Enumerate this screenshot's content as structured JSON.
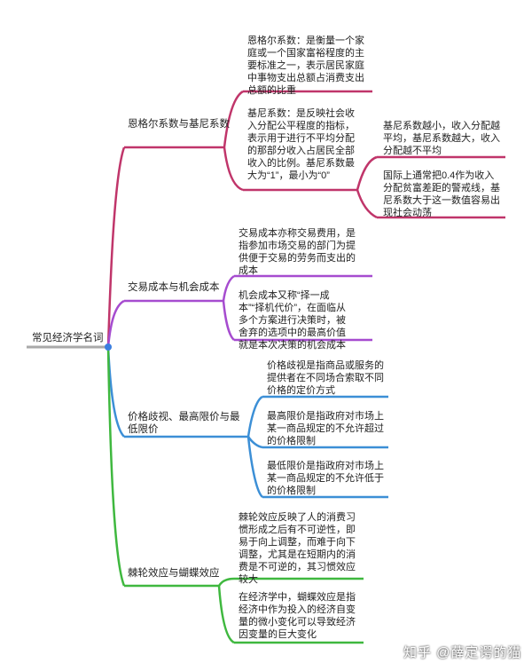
{
  "root": "常见经济学名词",
  "branches": [
    {
      "label": "恩格尔系数与基尼系数",
      "color": "#c0356a",
      "children": [
        "恩格尔系数：是衡量一个家庭或一个国家富裕程度的主要标准之一，表示居民家庭中事物支出总额占消费支出总额的比重",
        "基尼系数：是反映社会收入分配公平程度的指标，表示用于进行不平均分配的那部分收入占居民全部收入的比例。基尼系数最大为“1”，最小为“0”"
      ],
      "grandchildren": [
        "基尼系数越小，收入分配越平均，基尼系数越大，收入分配越不平均",
        "国际上通常把0.4作为收入分配贫富差距的警戒线，基尼系数大于这一数值容易出现社会动荡"
      ]
    },
    {
      "label": "交易成本与机会成本",
      "color": "#a64ccf",
      "children": [
        "交易成本亦称交易费用，是指参加市场交易的部门为提供便于交易的劳务而支出的成本",
        "机会成本又称“择一成本”“择机代价”，在面临从多个方案进行决策时，被舍弃的选项中的最高价值就是本次决策的机会成本"
      ]
    },
    {
      "label": "价格歧视、最高限价与最低限价",
      "color": "#3c8fd6",
      "children": [
        "价格歧视是指商品或服务的提供者在不同场合索取不同价格的定价方式",
        "最高限价是指政府对市场上某一商品规定的不允许超过的价格限制",
        "最低限价是指政府对市场上某一商品规定的不允许低于的价格限制"
      ]
    },
    {
      "label": "棘轮效应与蝴蝶效应",
      "color": "#3fb83f",
      "children": [
        "棘轮效应反映了人的消费习惯形成之后有不可逆性，即易于向上调整，而难于向下调整，尤其是在短期内的消费是不可逆的，其习惯效应较大",
        "在经济学中，蝴蝶效应是指经济中作为投入的经济自变量的微小变化可以导致经济因变量的巨大变化"
      ]
    }
  ],
  "watermark": "知乎 @薛定谔的猫",
  "colors": {
    "root_line": "#a9a9a9",
    "root_dot": "#3b7fe0"
  }
}
